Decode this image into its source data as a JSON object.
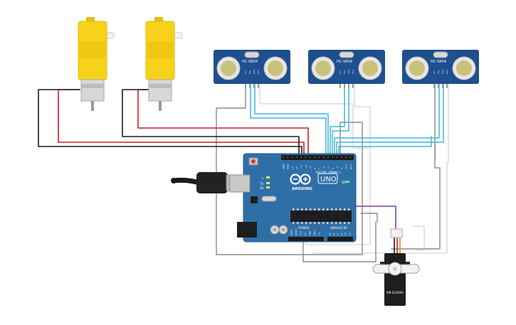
{
  "sensors": [
    {
      "label": "HC-SR04",
      "pins": [
        "Vcc",
        "Trig",
        "Echo",
        "Gnd"
      ]
    },
    {
      "label": "HC-SR04",
      "pins": [
        "Vcc",
        "Trig",
        "Echo",
        "Gnd"
      ]
    },
    {
      "label": "HC-SR04",
      "pins": [
        "Vcc",
        "Trig",
        "Echo",
        "Gnd"
      ]
    }
  ],
  "board": {
    "logo": "ARDUINO",
    "model": "UNO",
    "digital_label": "DIGITAL (PWM~)",
    "power_label": "POWER",
    "analog_label": "ANALOG IN",
    "tx_label": "TX",
    "rx_label": "RX",
    "l_label": "L",
    "on_label": "ON",
    "digital_pins": [
      "AREF",
      "GND",
      "13",
      "12",
      "~11",
      "~10",
      "~9",
      "8",
      "7",
      "~6",
      "~5",
      "4",
      "~3",
      "2",
      "TX 1",
      "RX 0"
    ],
    "power_pins": [
      "IOREF",
      "RESET",
      "3.3V",
      "5V",
      "GND",
      "GND",
      "Vin"
    ],
    "analog_pins": [
      "A0",
      "A1",
      "A2",
      "A3",
      "A4",
      "A5"
    ]
  },
  "servo": {
    "label": "SM-S2309S"
  },
  "colors": {
    "motor_yellow": "#F7D21A",
    "board_blue": "#2F6FA8",
    "sensor_blue": "#1E4F8F",
    "wire_red": "#C8202A",
    "wire_black": "#1A1A1A",
    "wire_cyan": "#3BB8D9",
    "wire_gray": "#8A8A8A",
    "wire_purple": "#7B3F9E"
  }
}
